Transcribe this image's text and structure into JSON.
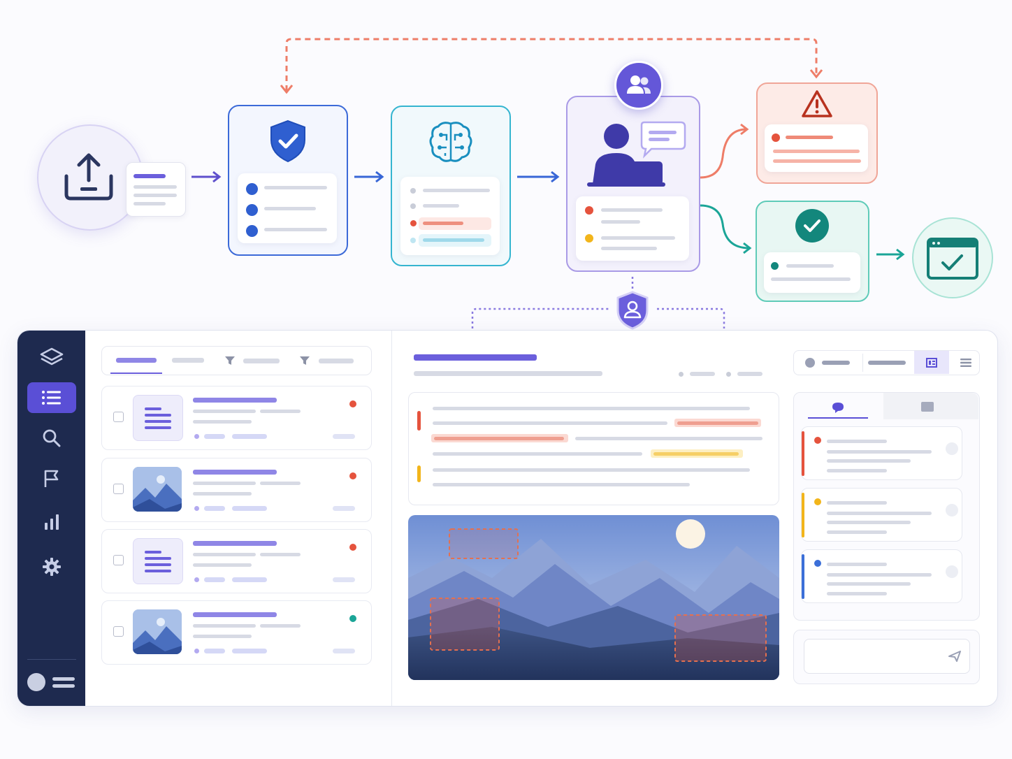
{
  "colors": {
    "accent": "#6b5fdc",
    "blue": "#2f5fd0",
    "teal": "#1ba597",
    "red": "#e5533d",
    "yellow": "#f2b51b",
    "navy": "#1e2a4f"
  },
  "pipeline": [
    {
      "id": "upload",
      "icon": "upload-tray-icon"
    },
    {
      "id": "validation",
      "icon": "shield-check-icon"
    },
    {
      "id": "ai-analysis",
      "icon": "brain-circuit-icon"
    },
    {
      "id": "human-review",
      "icon": "reviewer-at-laptop-icon",
      "badge_icon": "users-icon"
    },
    {
      "id": "flagged",
      "icon": "warning-triangle-icon"
    },
    {
      "id": "approved",
      "icon": "check-circle-icon"
    },
    {
      "id": "published",
      "icon": "browser-check-icon"
    }
  ],
  "privacy_badge_icon": "user-shield-icon",
  "sidebar": {
    "items": [
      {
        "icon": "layers-icon"
      },
      {
        "icon": "list-icon",
        "active": true
      },
      {
        "icon": "search-icon"
      },
      {
        "icon": "flag-icon"
      },
      {
        "icon": "bar-chart-icon"
      },
      {
        "icon": "gear-icon"
      }
    ]
  },
  "queue": {
    "filters": [
      "funnel-icon",
      "funnel-icon"
    ],
    "items": [
      {
        "thumb": "document-icon",
        "status": "#e5533d"
      },
      {
        "thumb": "image-icon",
        "status": "#e5533d"
      },
      {
        "thumb": "document-icon",
        "status": "#e5533d"
      },
      {
        "thumb": "image-icon",
        "status": "#1ba597"
      }
    ]
  },
  "detail": {
    "view_toggle": [
      "grid-view-icon",
      "list-view-icon"
    ],
    "comment_tabs": [
      "chat-bubble-icon",
      "card-icon"
    ],
    "comments": [
      {
        "color": "#e5533d"
      },
      {
        "color": "#f2b51b"
      },
      {
        "color": "#3b6fd8"
      }
    ],
    "send_icon": "send-icon"
  }
}
